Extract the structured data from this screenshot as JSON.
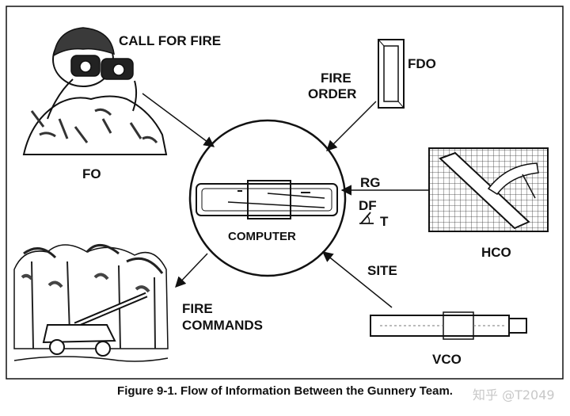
{
  "labels": {
    "call_for_fire": "CALL FOR FIRE",
    "fo": "FO",
    "fire_order_line1": "FIRE",
    "fire_order_line2": "ORDER",
    "fdo": "FDO",
    "rg": "RG",
    "df": "DF",
    "t": "T",
    "hco": "HCO",
    "computer": "COMPUTER",
    "site": "SITE",
    "vco": "VCO",
    "fire_commands_line1": "FIRE",
    "fire_commands_line2": "COMMANDS"
  },
  "caption": "Figure 9-1.  Flow of Information Between the Gunnery Team.",
  "watermark": "知乎 @T2049"
}
